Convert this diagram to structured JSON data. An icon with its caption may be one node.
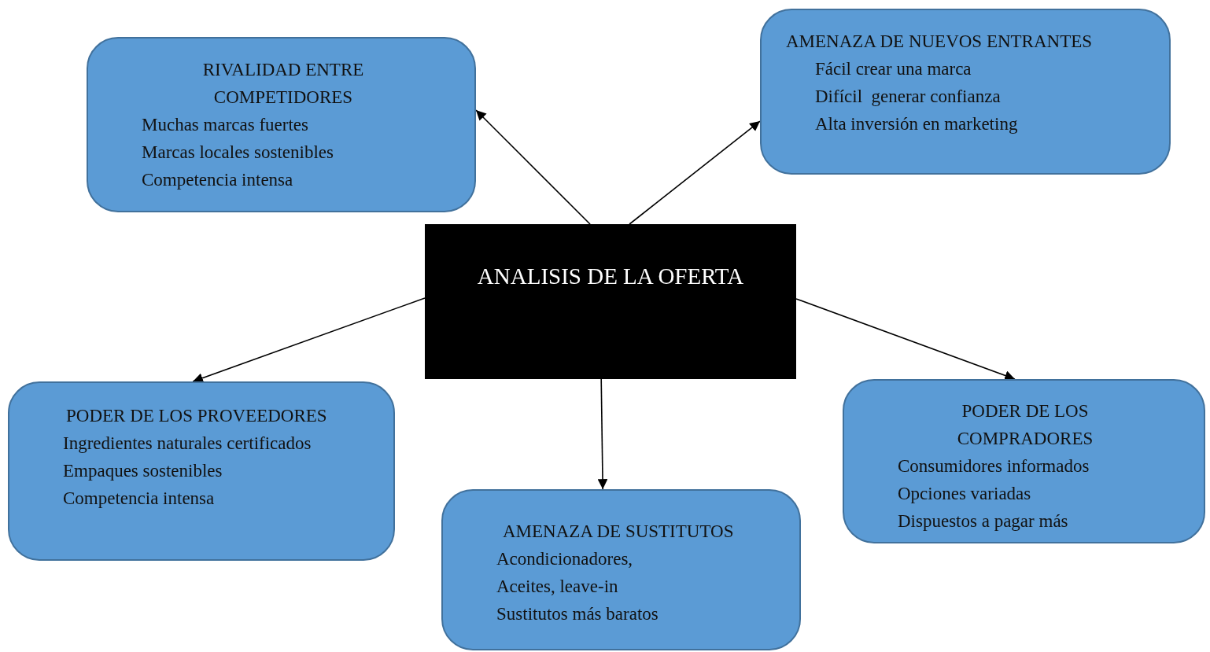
{
  "diagram": {
    "nodes": [
      {
        "text": [
          "ANALISIS DE LA OFERTA"
        ]
      },
      {
        "text": [
          "RIVALIDAD ENTRE COMPETIDORES",
          "Muchas marcas fuertes",
          "Marcas locales sostenibles",
          "Competencia intensa"
        ]
      },
      {
        "text": [
          "AMENAZA DE NUEVOS ENTRANTES",
          "Fácil crear una marca",
          "Difícil  generar confianza",
          "Alta inversión en marketing"
        ]
      },
      {
        "text": [
          "PODER DE LOS PROVEEDORES",
          "Ingredientes naturales certificados",
          "Empaques sostenibles",
          "Competencia intensa"
        ]
      },
      {
        "text": [
          "AMENAZA DE SUSTITUTOS",
          "Acondicionadores,",
          "Aceites, leave-in",
          "Sustitutos más baratos"
        ]
      },
      {
        "text": [
          "PODER DE LOS COMPRADORES",
          "Consumidores informados",
          "Opciones variadas",
          "Dispuestos a pagar más"
        ]
      }
    ],
    "edges": [
      {
        "from": 0,
        "to": 1,
        "arrow": "to"
      },
      {
        "from": 0,
        "to": 2,
        "arrow": "to"
      },
      {
        "from": 0,
        "to": 3,
        "arrow": "to"
      },
      {
        "from": 0,
        "to": 4,
        "arrow": "to"
      },
      {
        "from": 0,
        "to": 5,
        "arrow": "to"
      }
    ]
  }
}
